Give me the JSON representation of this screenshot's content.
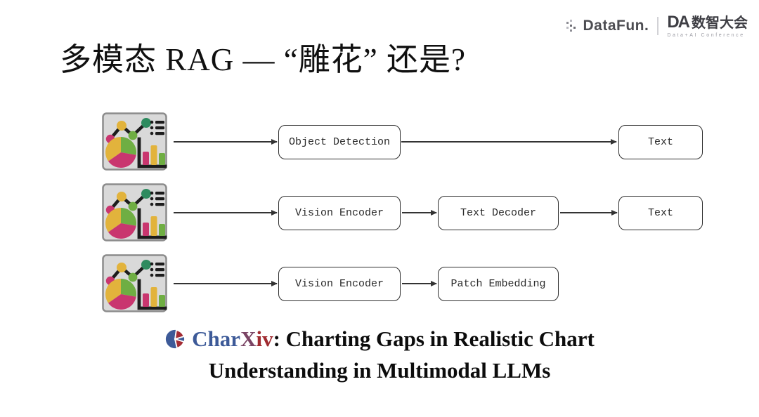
{
  "header": {
    "datafun_label": "DataFun.",
    "da_initials": "DA",
    "conference_cn": "数智大会",
    "conference_en": "Data+AI Conference"
  },
  "title": "多模态 RAG — “雕花” 还是?",
  "diagram": {
    "rows": [
      {
        "icon": "chart-collage-icon",
        "boxes": [
          "Object Detection",
          "Text"
        ]
      },
      {
        "icon": "chart-collage-icon",
        "boxes": [
          "Vision Encoder",
          "Text Decoder",
          "Text"
        ]
      },
      {
        "icon": "chart-collage-icon",
        "boxes": [
          "Vision Encoder",
          "Patch Embedding"
        ]
      }
    ]
  },
  "caption": {
    "brand_char": "Char",
    "brand_x": "X",
    "brand_iv": "iv",
    "line1_rest": ": Charting Gaps in Realistic Chart",
    "line2": "Understanding in Multimodal LLMs"
  },
  "colors": {
    "accent_magenta": "#c9366f",
    "accent_yellow": "#e2b33c",
    "accent_green": "#6fae43",
    "accent_dark_green": "#2e8b5f",
    "charxiv_blue": "#3d5a98",
    "charxiv_red": "#a02b30"
  }
}
